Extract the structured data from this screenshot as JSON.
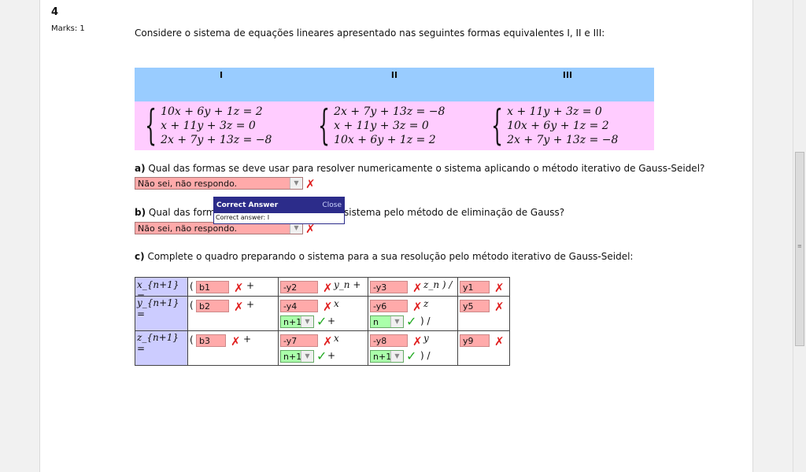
{
  "question": {
    "number": "4",
    "marks": "Marks: 1",
    "prompt": "Considere o sistema de equações lineares apresentado nas seguintes formas equivalentes I, II e III:"
  },
  "forms": {
    "headers": [
      "I",
      "II",
      "III"
    ],
    "systems": [
      [
        "10x + 6y + 1z = 2",
        "x + 11y + 3z = 0",
        "2x + 7y + 13z = −8"
      ],
      [
        "2x + 7y + 13z = −8",
        "x + 11y + 3z = 0",
        "10x + 6y + 1z = 2"
      ],
      [
        "x + 11y + 3z = 0",
        "10x + 6y + 1z = 2",
        "2x + 7y + 13z = −8"
      ]
    ]
  },
  "part_a": {
    "label": "a)",
    "text": "Qual das formas se deve usar para resolver numericamente o sistema aplicando o método iterativo de Gauss-Seidel?",
    "selected": "Não sei, não respondo."
  },
  "popup": {
    "title": "Correct Answer",
    "close": "Close",
    "body": "Correct answer: I"
  },
  "part_b": {
    "label": "b)",
    "text_visible_left": "Qual das formas",
    "text_visible_right": "sistema pelo método de eliminação de Gauss?",
    "selected": "Não sei, não respondo."
  },
  "part_c": {
    "label": "c)",
    "text": "Complete o quadro preparando o sistema para a sua resolução pelo método iterativo de Gauss-Seidel:"
  },
  "grid": {
    "rows": [
      {
        "lhs": "x_{n+1} =",
        "c1": "b1",
        "c2": "-y2",
        "c2_term": "y_n +",
        "c3": "-y3",
        "c3_term": "z_n ) /",
        "c4": "y1"
      },
      {
        "lhs": "y_{n+1} =",
        "c1": "b2",
        "c2": "-y4",
        "c2_term": "x",
        "c2_select": "n+1",
        "c3": "-y6",
        "c3_term": "z",
        "c3_select": "n",
        "c3_close": ") /",
        "c4": "y5"
      },
      {
        "lhs": "z_{n+1} =",
        "c1": "b3",
        "c2": "-y7",
        "c2_term": "x",
        "c2_select": "n+1",
        "c3": "-y8",
        "c3_term": "y",
        "c3_select": "n+1",
        "c3_close": ") /",
        "c4": "y9"
      }
    ],
    "open_paren": "(",
    "plus": "+"
  },
  "marks_symbols": {
    "wrong": "✗",
    "right": "✓"
  }
}
